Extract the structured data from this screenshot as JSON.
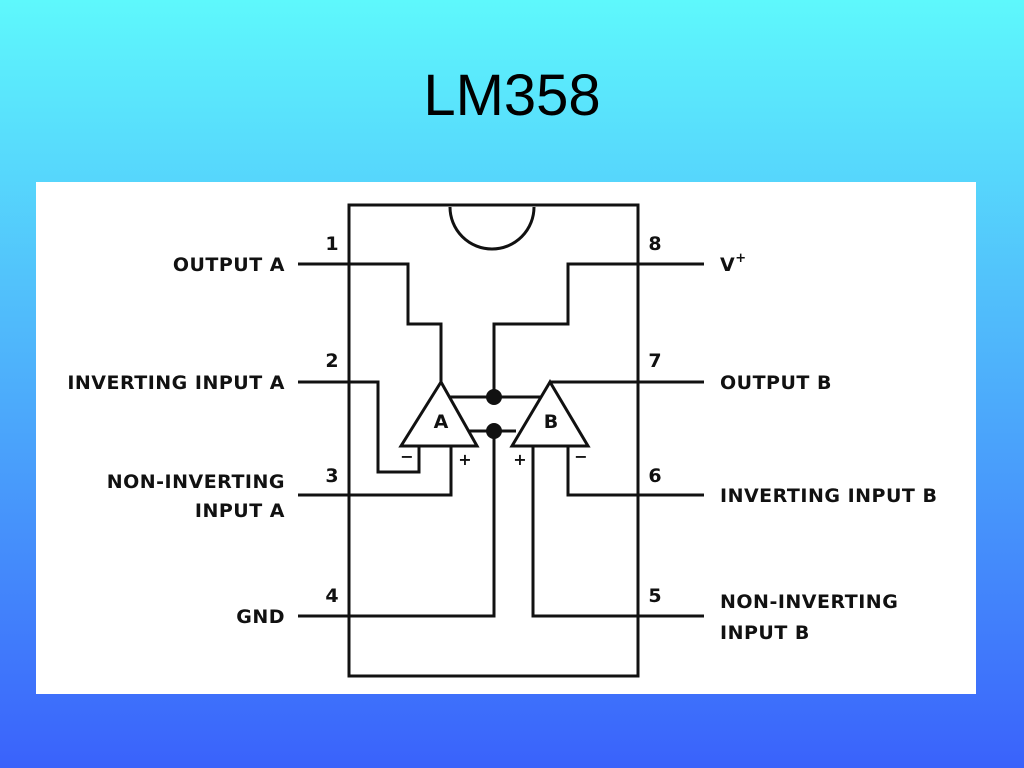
{
  "slide": {
    "title": "LM358"
  },
  "diagram": {
    "pins_left": [
      {
        "number": "1",
        "label": "OUTPUT A"
      },
      {
        "number": "2",
        "label": "INVERTING INPUT A"
      },
      {
        "number": "3",
        "label_line1": "NON-INVERTING",
        "label_line2": "INPUT A"
      },
      {
        "number": "4",
        "label": "GND"
      }
    ],
    "pins_right": [
      {
        "number": "8",
        "label": "V",
        "superscript": "+"
      },
      {
        "number": "7",
        "label": "OUTPUT B"
      },
      {
        "number": "6",
        "label": "INVERTING INPUT B"
      },
      {
        "number": "5",
        "label_line1": "NON-INVERTING",
        "label_line2": "INPUT B"
      }
    ],
    "amplifiers": [
      {
        "name": "A",
        "minus": "−",
        "plus": "+"
      },
      {
        "name": "B",
        "plus": "+",
        "minus": "−"
      }
    ]
  }
}
